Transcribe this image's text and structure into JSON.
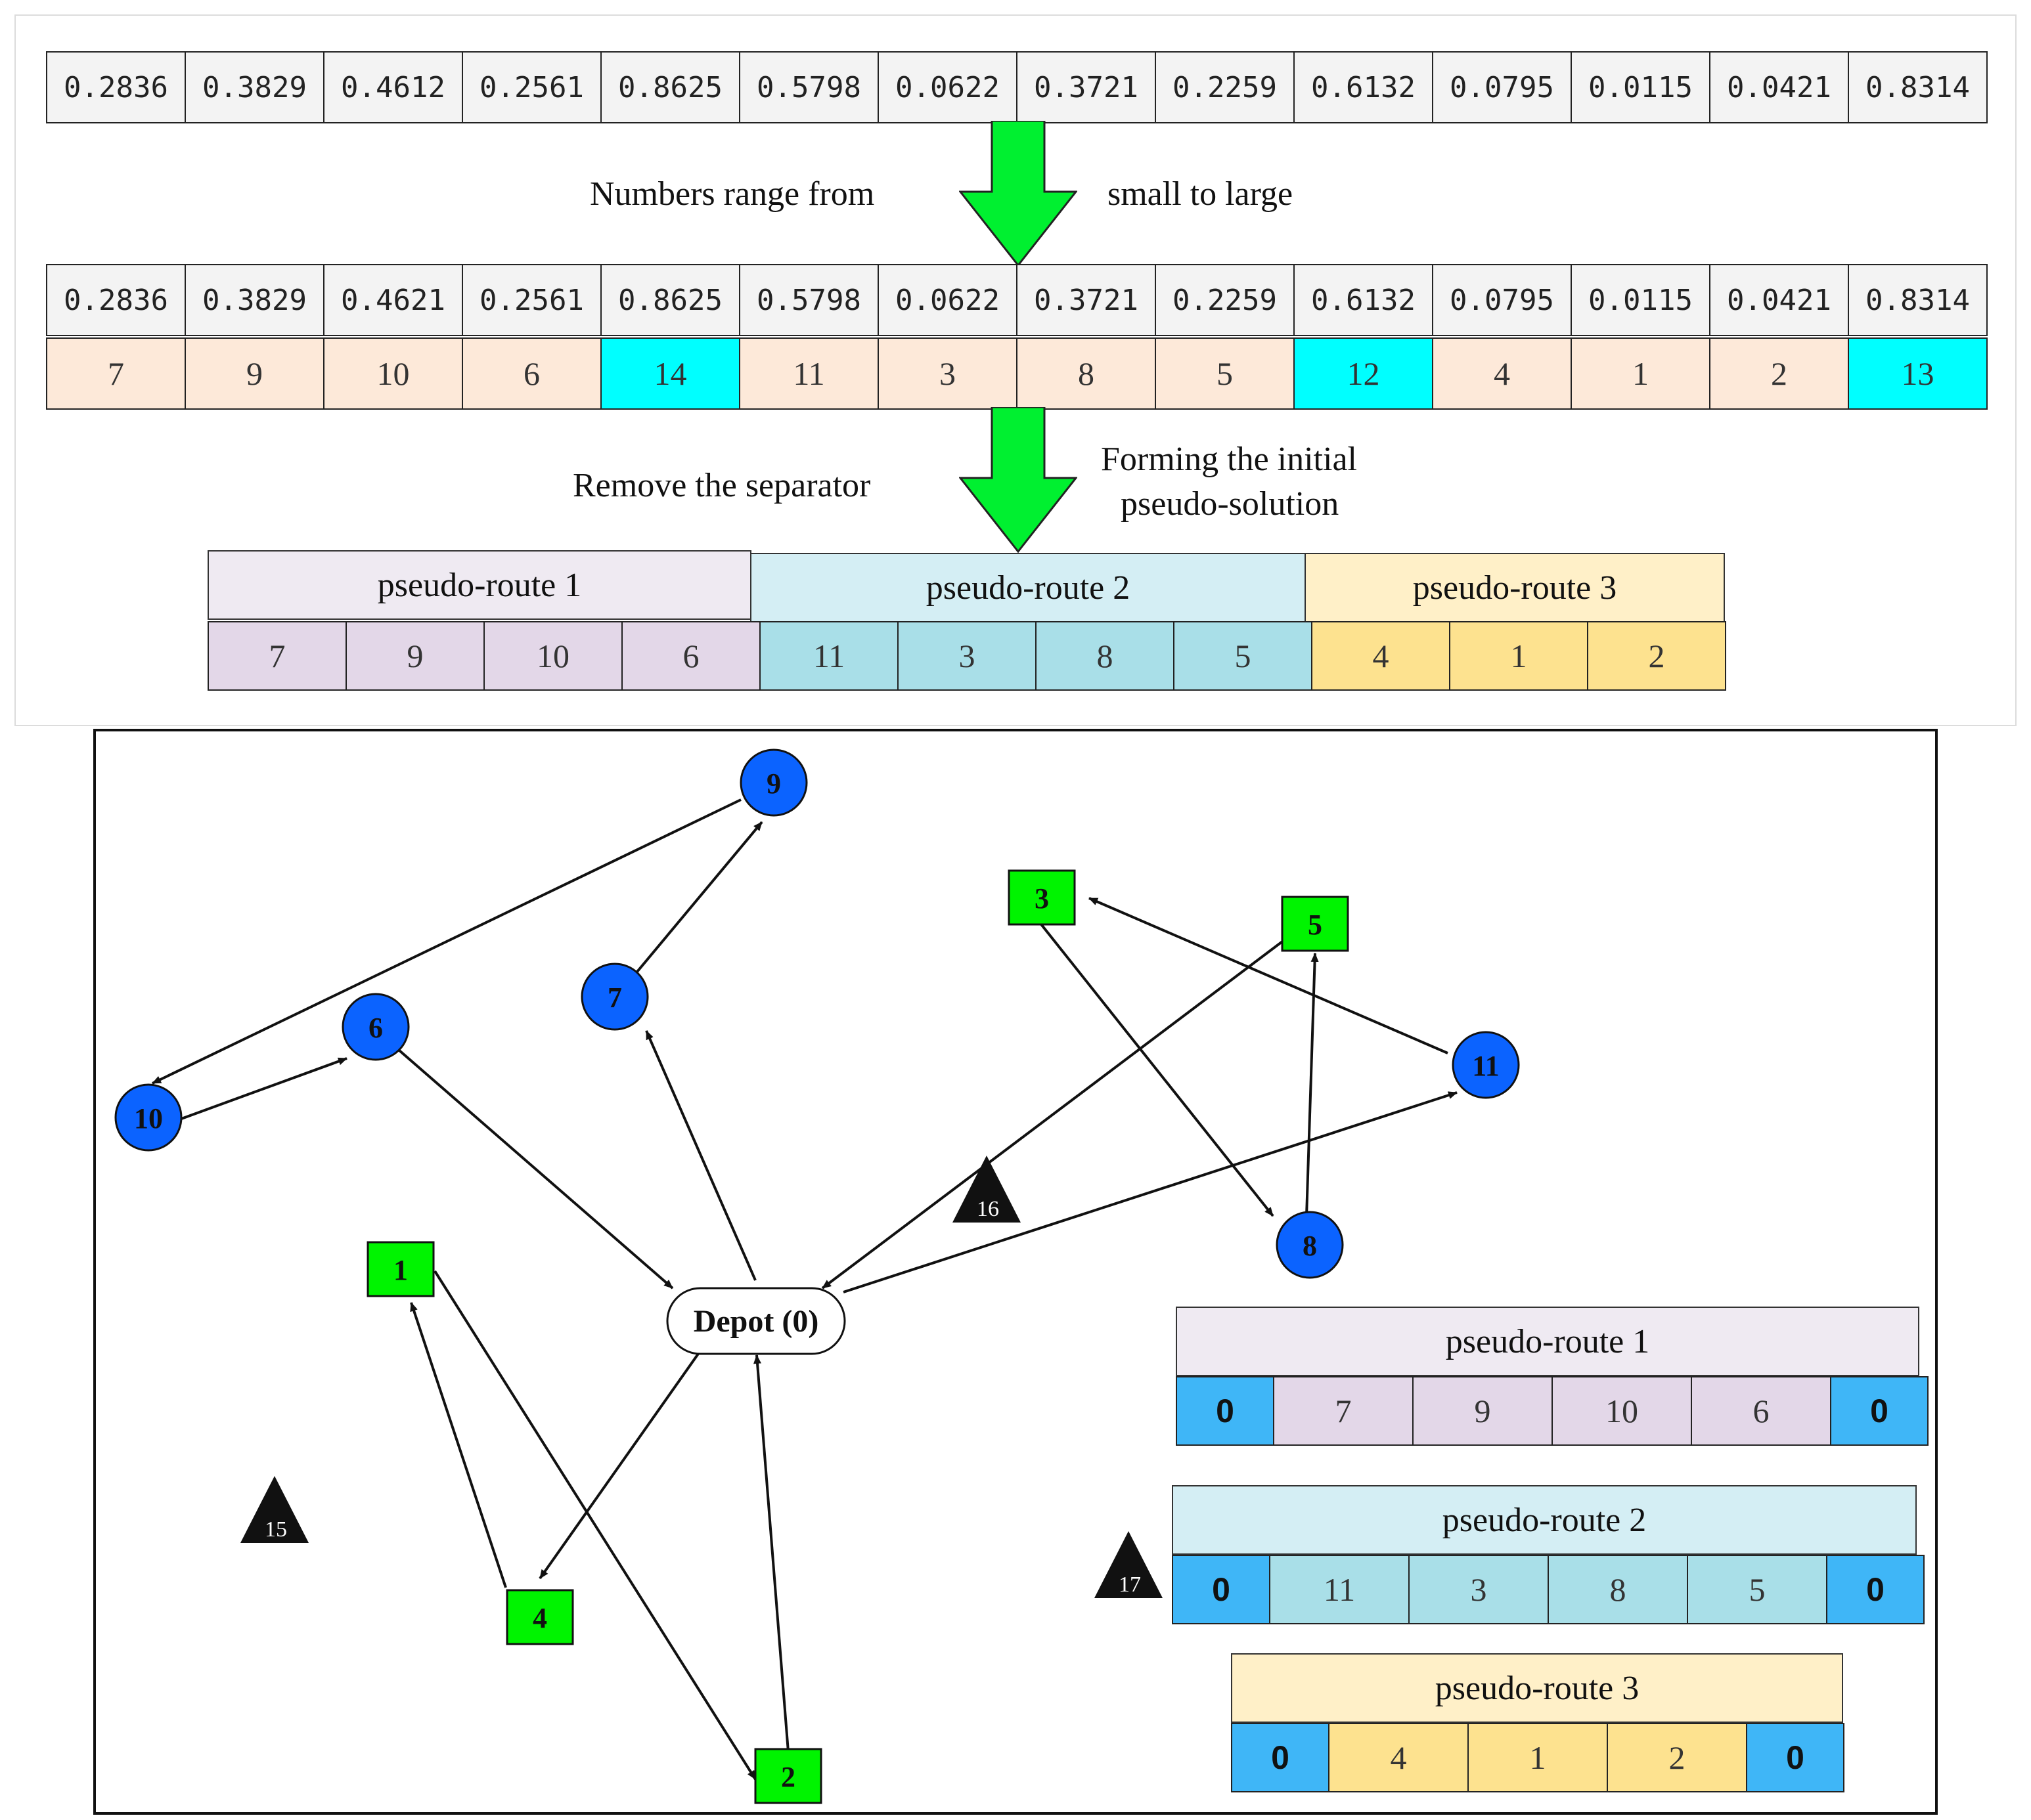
{
  "colors": {
    "gray_cell": "#f3f3f3",
    "peach_cell": "#fde9d9",
    "cyan_cell": "#00ffff",
    "purple_head": "#efeaf2",
    "purple_cell": "#e3d7e8",
    "teal_head": "#d4eef4",
    "teal_cell": "#a9dfe8",
    "yellow_head": "#fff0c8",
    "yellow_cell": "#fde28f",
    "depot_cell": "#3fb6f7",
    "arrow_green": "#00f030",
    "node_blue": "#0b63ff",
    "node_green": "#00f400"
  },
  "top": {
    "random_keys": [
      "0.2836",
      "0.3829",
      "0.4612",
      "0.2561",
      "0.8625",
      "0.5798",
      "0.0622",
      "0.3721",
      "0.2259",
      "0.6132",
      "0.0795",
      "0.0115",
      "0.0421",
      "0.8314"
    ],
    "caption1_left": "Numbers range from",
    "caption1_right": "small to large",
    "sorted_keys": [
      "0.2836",
      "0.3829",
      "0.4621",
      "0.2561",
      "0.8625",
      "0.5798",
      "0.0622",
      "0.3721",
      "0.2259",
      "0.6132",
      "0.0795",
      "0.0115",
      "0.0421",
      "0.8314"
    ],
    "ranks": [
      {
        "value": "7",
        "separator": false
      },
      {
        "value": "9",
        "separator": false
      },
      {
        "value": "10",
        "separator": false
      },
      {
        "value": "6",
        "separator": false
      },
      {
        "value": "14",
        "separator": true
      },
      {
        "value": "11",
        "separator": false
      },
      {
        "value": "3",
        "separator": false
      },
      {
        "value": "8",
        "separator": false
      },
      {
        "value": "5",
        "separator": false
      },
      {
        "value": "12",
        "separator": true
      },
      {
        "value": "4",
        "separator": false
      },
      {
        "value": "1",
        "separator": false
      },
      {
        "value": "2",
        "separator": false
      },
      {
        "value": "13",
        "separator": true
      }
    ],
    "caption2_left": "Remove the separator",
    "caption2_right_line1": "Forming the initial",
    "caption2_right_line2": "pseudo-solution",
    "pseudo_routes": [
      {
        "label": "pseudo-route 1",
        "nodes": [
          "7",
          "9",
          "10",
          "6"
        ]
      },
      {
        "label": "pseudo-route 2",
        "nodes": [
          "11",
          "3",
          "8",
          "5"
        ]
      },
      {
        "label": "pseudo-route 3",
        "nodes": [
          "4",
          "1",
          "2"
        ]
      }
    ]
  },
  "graph": {
    "depot_label": "Depot (0)",
    "nodes": [
      {
        "id": "9",
        "shape": "circle"
      },
      {
        "id": "7",
        "shape": "circle"
      },
      {
        "id": "6",
        "shape": "circle"
      },
      {
        "id": "10",
        "shape": "circle"
      },
      {
        "id": "11",
        "shape": "circle"
      },
      {
        "id": "8",
        "shape": "circle"
      },
      {
        "id": "3",
        "shape": "square"
      },
      {
        "id": "5",
        "shape": "square"
      },
      {
        "id": "1",
        "shape": "square"
      },
      {
        "id": "4",
        "shape": "square"
      },
      {
        "id": "2",
        "shape": "square"
      },
      {
        "id": "15",
        "shape": "triangle"
      },
      {
        "id": "16",
        "shape": "triangle"
      },
      {
        "id": "17",
        "shape": "triangle"
      }
    ],
    "routes_full": [
      {
        "label": "pseudo-route 1",
        "start": "0",
        "nodes": [
          "7",
          "9",
          "10",
          "6"
        ],
        "end": "0"
      },
      {
        "label": "pseudo-route 2",
        "start": "0",
        "nodes": [
          "11",
          "3",
          "8",
          "5"
        ],
        "end": "0"
      },
      {
        "label": "pseudo-route 3",
        "start": "0",
        "nodes": [
          "4",
          "1",
          "2"
        ],
        "end": "0"
      }
    ]
  }
}
